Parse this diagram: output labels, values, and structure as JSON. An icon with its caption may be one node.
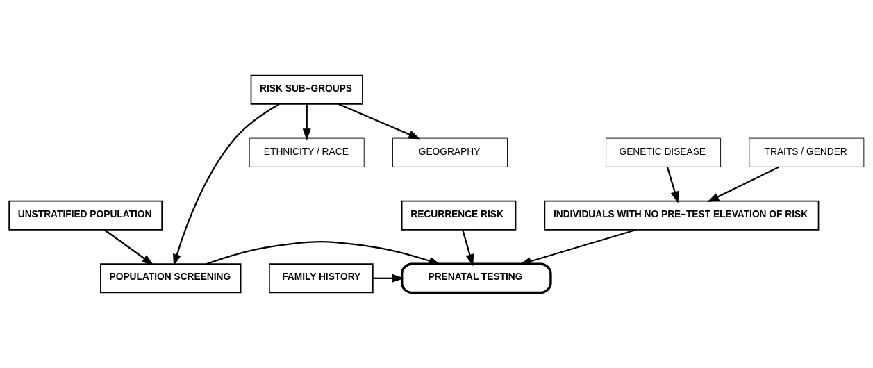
{
  "diagram": {
    "nodes": [
      {
        "text": [
          "UNSTRATIFIED POPULATION"
        ]
      },
      {
        "text": [
          "POPULATION SCREENING"
        ]
      },
      {
        "text": [
          "PRENATAL TESTING"
        ]
      },
      {
        "text": [
          "RECURRENCE RISK"
        ]
      },
      {
        "text": [
          "FAMILY HISTORY"
        ]
      },
      {
        "text": [
          "INDIVIDUALS WITH NO PRE–TEST ELEVATION OF RISK"
        ]
      },
      {
        "text": [
          "RISK SUB–GROUPS"
        ]
      },
      {
        "text": [
          "ETHNICITY / RACE"
        ]
      },
      {
        "text": [
          "GEOGRAPHY"
        ]
      },
      {
        "text": [
          "GENETIC DISEASE"
        ]
      },
      {
        "text": [
          "TRAITS / GENDER"
        ]
      }
    ],
    "edges": [
      {
        "from": 0,
        "to": 1,
        "arrow": "to"
      },
      {
        "from": 6,
        "to": 1,
        "arrow": "to"
      },
      {
        "from": 1,
        "to": 2,
        "arrow": "to"
      },
      {
        "from": 3,
        "to": 2,
        "arrow": "to"
      },
      {
        "from": 4,
        "to": 2,
        "arrow": "to"
      },
      {
        "from": 5,
        "to": 2,
        "arrow": "to"
      },
      {
        "from": 6,
        "to": 7,
        "arrow": "to"
      },
      {
        "from": 6,
        "to": 8,
        "arrow": "to"
      },
      {
        "from": 9,
        "to": 5,
        "arrow": "to"
      },
      {
        "from": 10,
        "to": 5,
        "arrow": "to"
      }
    ]
  }
}
